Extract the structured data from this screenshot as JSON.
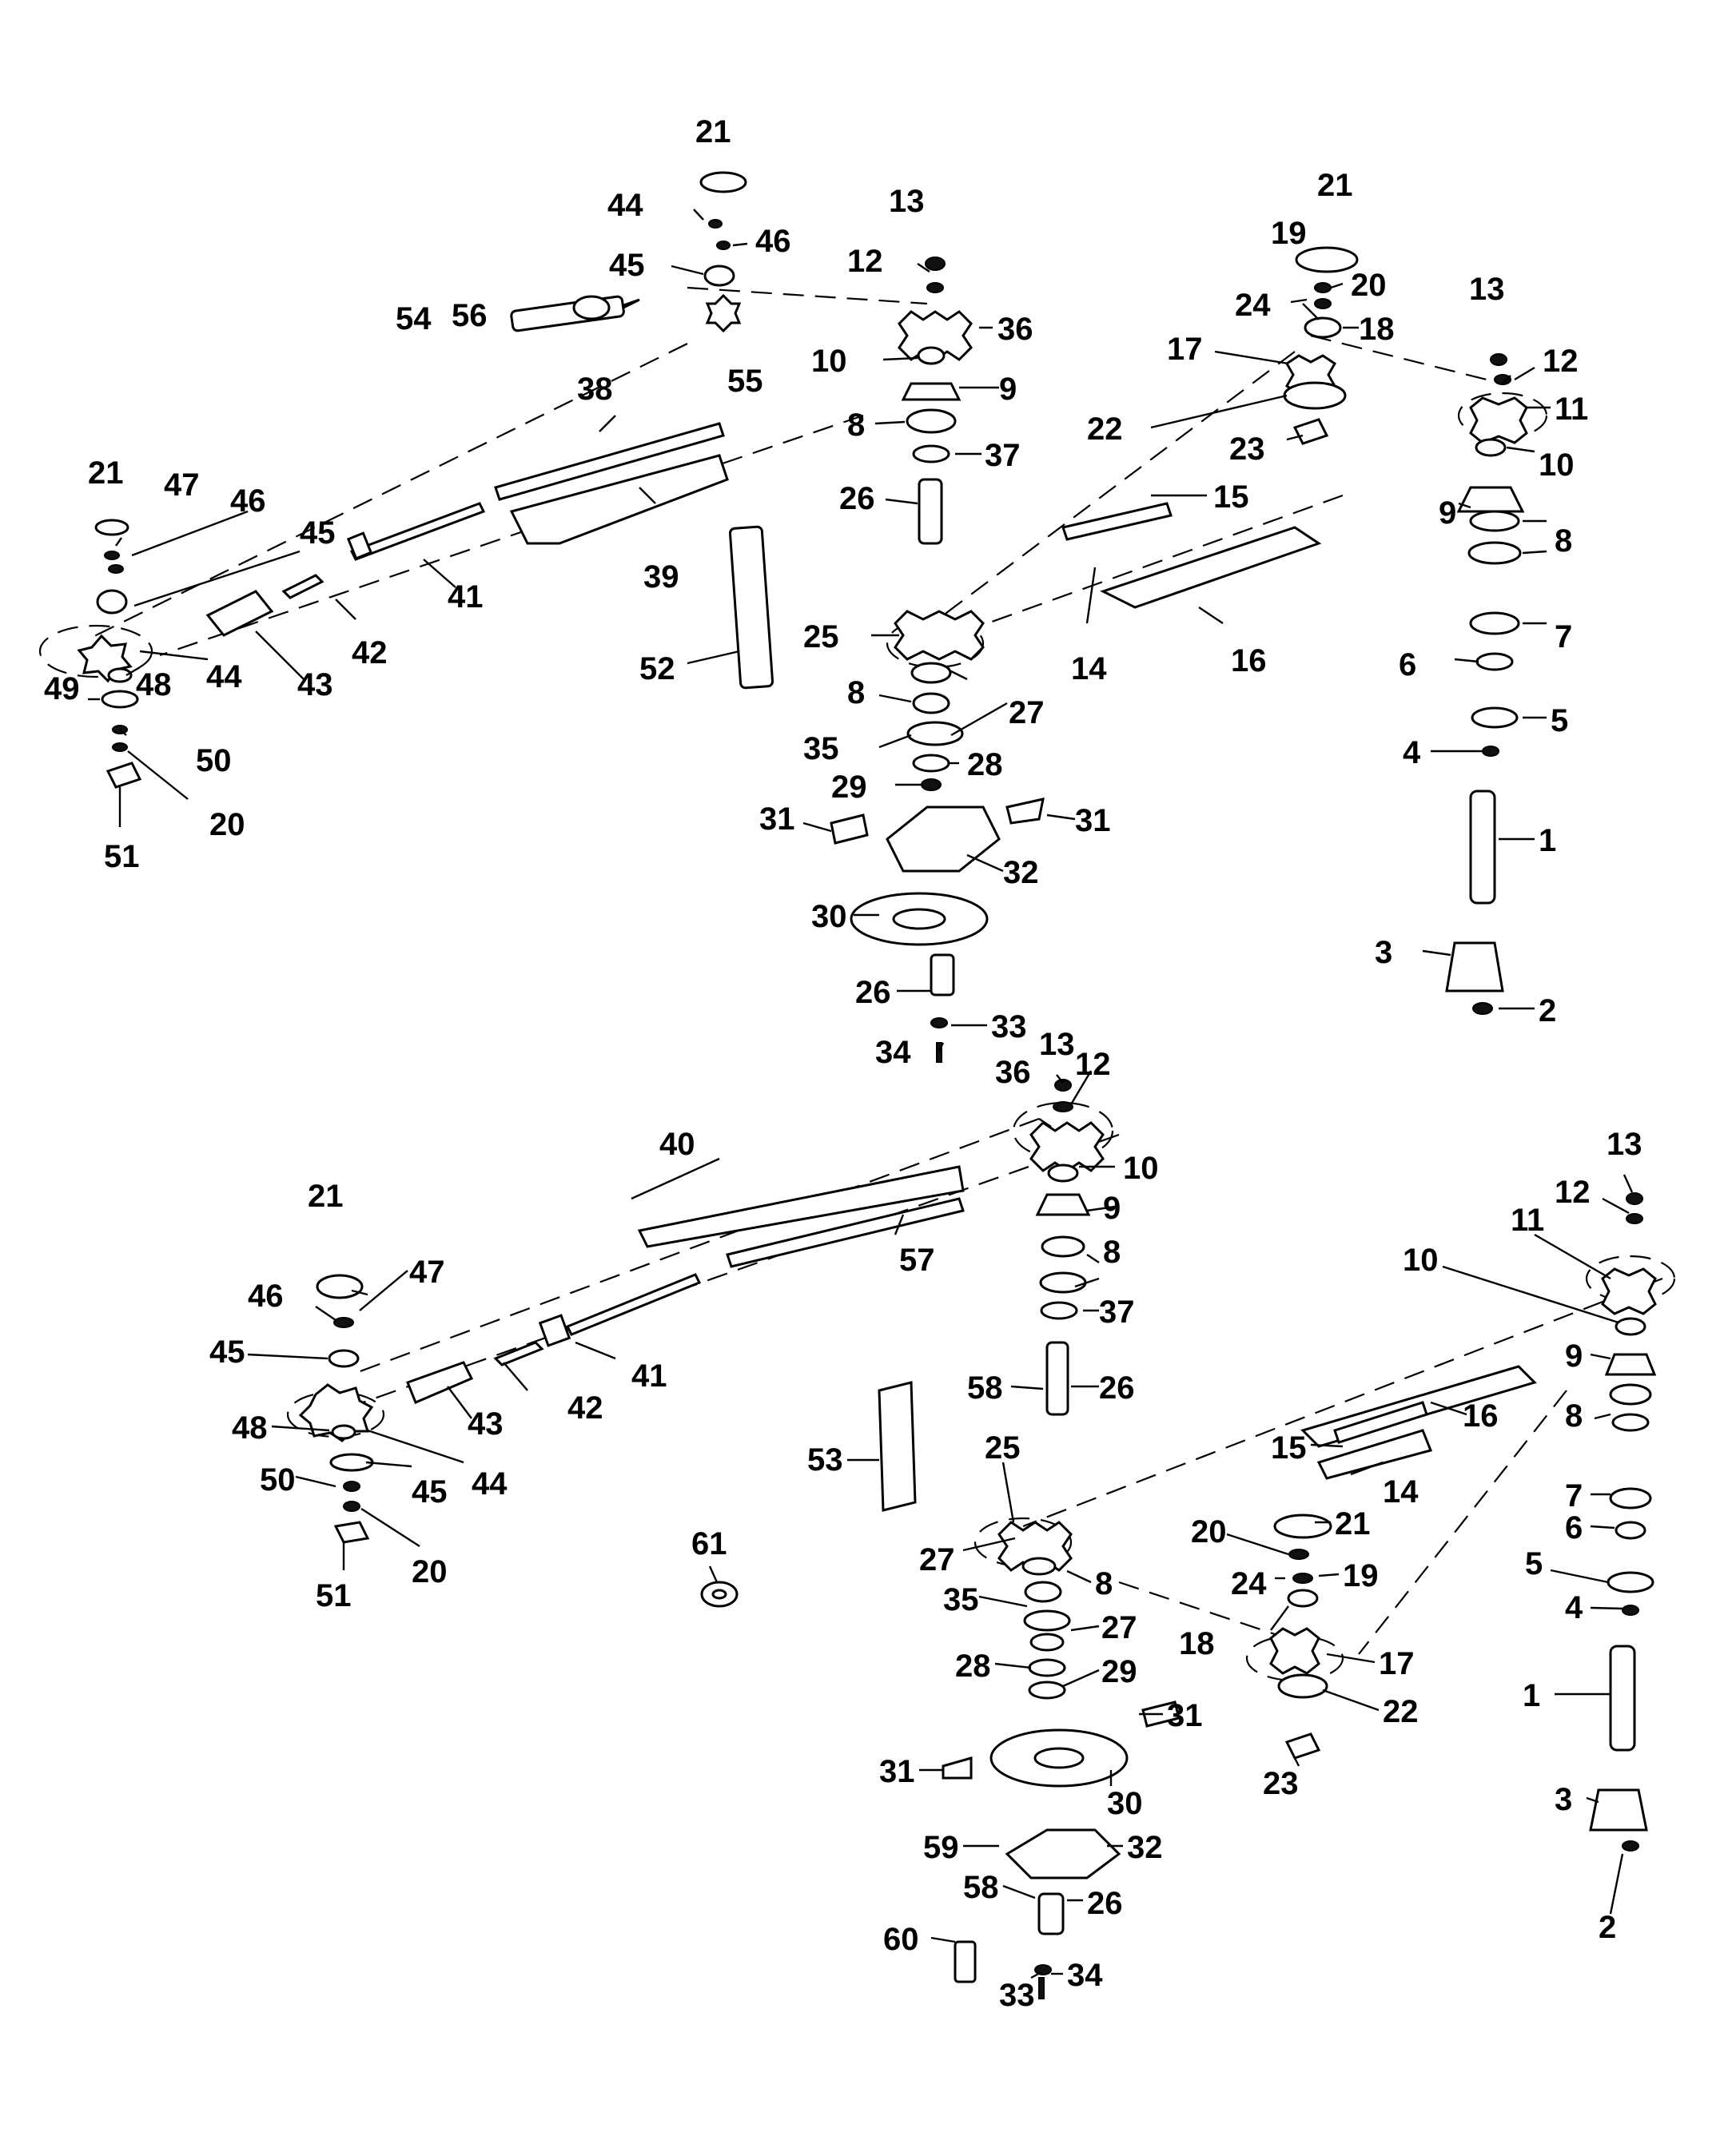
{
  "diagram": {
    "type": "exploded-parts-view",
    "subject": "sickle bar / gearbox drive assembly",
    "colors": {
      "line": "#000000",
      "background": "#ffffff"
    }
  },
  "callouts": [
    {
      "id": "c1",
      "text": "21"
    },
    {
      "id": "c2",
      "text": "44"
    },
    {
      "id": "c3",
      "text": "46"
    },
    {
      "id": "c4",
      "text": "45"
    },
    {
      "id": "c5",
      "text": "13"
    },
    {
      "id": "c6",
      "text": "12"
    },
    {
      "id": "c7",
      "text": "36"
    },
    {
      "id": "c8",
      "text": "54"
    },
    {
      "id": "c9",
      "text": "56"
    },
    {
      "id": "c10",
      "text": "55"
    },
    {
      "id": "c11",
      "text": "10"
    },
    {
      "id": "c12",
      "text": "9"
    },
    {
      "id": "c13",
      "text": "8"
    },
    {
      "id": "c14",
      "text": "37"
    },
    {
      "id": "c15",
      "text": "26"
    },
    {
      "id": "c16",
      "text": "38"
    },
    {
      "id": "c17",
      "text": "39"
    },
    {
      "id": "c18",
      "text": "21"
    },
    {
      "id": "c19",
      "text": "47"
    },
    {
      "id": "c20",
      "text": "46"
    },
    {
      "id": "c21",
      "text": "45"
    },
    {
      "id": "c22",
      "text": "41"
    },
    {
      "id": "c23",
      "text": "42"
    },
    {
      "id": "c24",
      "text": "43"
    },
    {
      "id": "c25",
      "text": "44"
    },
    {
      "id": "c26",
      "text": "48"
    },
    {
      "id": "c27",
      "text": "49"
    },
    {
      "id": "c28",
      "text": "50"
    },
    {
      "id": "c29",
      "text": "20"
    },
    {
      "id": "c30",
      "text": "51"
    },
    {
      "id": "c31",
      "text": "52"
    },
    {
      "id": "c32",
      "text": "25"
    },
    {
      "id": "c33",
      "text": "8"
    },
    {
      "id": "c34",
      "text": "27"
    },
    {
      "id": "c35",
      "text": "35"
    },
    {
      "id": "c36",
      "text": "28"
    },
    {
      "id": "c37",
      "text": "29"
    },
    {
      "id": "c38",
      "text": "31"
    },
    {
      "id": "c39",
      "text": "31"
    },
    {
      "id": "c40",
      "text": "32"
    },
    {
      "id": "c41",
      "text": "30"
    },
    {
      "id": "c42",
      "text": "26"
    },
    {
      "id": "c43",
      "text": "33"
    },
    {
      "id": "c44",
      "text": "34"
    },
    {
      "id": "c45",
      "text": "21"
    },
    {
      "id": "c46",
      "text": "19"
    },
    {
      "id": "c47",
      "text": "20"
    },
    {
      "id": "c48",
      "text": "24"
    },
    {
      "id": "c49",
      "text": "18"
    },
    {
      "id": "c50",
      "text": "17"
    },
    {
      "id": "c51",
      "text": "22"
    },
    {
      "id": "c52",
      "text": "23"
    },
    {
      "id": "c53",
      "text": "15"
    },
    {
      "id": "c54",
      "text": "14"
    },
    {
      "id": "c55",
      "text": "16"
    },
    {
      "id": "c56",
      "text": "13"
    },
    {
      "id": "c57",
      "text": "12"
    },
    {
      "id": "c58",
      "text": "11"
    },
    {
      "id": "c59",
      "text": "10"
    },
    {
      "id": "c60",
      "text": "9"
    },
    {
      "id": "c61",
      "text": "8"
    },
    {
      "id": "c62",
      "text": "7"
    },
    {
      "id": "c63",
      "text": "6"
    },
    {
      "id": "c64",
      "text": "5"
    },
    {
      "id": "c65",
      "text": "4"
    },
    {
      "id": "c66",
      "text": "1"
    },
    {
      "id": "c67",
      "text": "3"
    },
    {
      "id": "c68",
      "text": "2"
    },
    {
      "id": "c69",
      "text": "13"
    },
    {
      "id": "c70",
      "text": "12"
    },
    {
      "id": "c71",
      "text": "36"
    },
    {
      "id": "c72",
      "text": "10"
    },
    {
      "id": "c73",
      "text": "9"
    },
    {
      "id": "c74",
      "text": "8"
    },
    {
      "id": "c75",
      "text": "37"
    },
    {
      "id": "c76",
      "text": "58"
    },
    {
      "id": "c77",
      "text": "26"
    },
    {
      "id": "c78",
      "text": "40"
    },
    {
      "id": "c79",
      "text": "57"
    },
    {
      "id": "c80",
      "text": "21"
    },
    {
      "id": "c81",
      "text": "47"
    },
    {
      "id": "c82",
      "text": "46"
    },
    {
      "id": "c83",
      "text": "45"
    },
    {
      "id": "c84",
      "text": "41"
    },
    {
      "id": "c85",
      "text": "42"
    },
    {
      "id": "c86",
      "text": "43"
    },
    {
      "id": "c87",
      "text": "48"
    },
    {
      "id": "c88",
      "text": "44"
    },
    {
      "id": "c89",
      "text": "50"
    },
    {
      "id": "c90",
      "text": "45"
    },
    {
      "id": "c91",
      "text": "20"
    },
    {
      "id": "c92",
      "text": "51"
    },
    {
      "id": "c93",
      "text": "61"
    },
    {
      "id": "c94",
      "text": "53"
    },
    {
      "id": "c95",
      "text": "25"
    },
    {
      "id": "c96",
      "text": "27"
    },
    {
      "id": "c97",
      "text": "8"
    },
    {
      "id": "c98",
      "text": "35"
    },
    {
      "id": "c99",
      "text": "27"
    },
    {
      "id": "c100",
      "text": "28"
    },
    {
      "id": "c101",
      "text": "29"
    },
    {
      "id": "c102",
      "text": "31"
    },
    {
      "id": "c103",
      "text": "31"
    },
    {
      "id": "c104",
      "text": "30"
    },
    {
      "id": "c105",
      "text": "59"
    },
    {
      "id": "c106",
      "text": "32"
    },
    {
      "id": "c107",
      "text": "58"
    },
    {
      "id": "c108",
      "text": "26"
    },
    {
      "id": "c109",
      "text": "60"
    },
    {
      "id": "c110",
      "text": "33"
    },
    {
      "id": "c111",
      "text": "34"
    },
    {
      "id": "c112",
      "text": "13"
    },
    {
      "id": "c113",
      "text": "12"
    },
    {
      "id": "c114",
      "text": "11"
    },
    {
      "id": "c115",
      "text": "10"
    },
    {
      "id": "c116",
      "text": "9"
    },
    {
      "id": "c117",
      "text": "8"
    },
    {
      "id": "c118",
      "text": "7"
    },
    {
      "id": "c119",
      "text": "6"
    },
    {
      "id": "c120",
      "text": "5"
    },
    {
      "id": "c121",
      "text": "4"
    },
    {
      "id": "c122",
      "text": "1"
    },
    {
      "id": "c123",
      "text": "3"
    },
    {
      "id": "c124",
      "text": "2"
    },
    {
      "id": "c125",
      "text": "16"
    },
    {
      "id": "c126",
      "text": "15"
    },
    {
      "id": "c127",
      "text": "14"
    },
    {
      "id": "c128",
      "text": "21"
    },
    {
      "id": "c129",
      "text": "20"
    },
    {
      "id": "c130",
      "text": "19"
    },
    {
      "id": "c131",
      "text": "24"
    },
    {
      "id": "c132",
      "text": "18"
    },
    {
      "id": "c133",
      "text": "17"
    },
    {
      "id": "c134",
      "text": "22"
    },
    {
      "id": "c135",
      "text": "23"
    }
  ]
}
